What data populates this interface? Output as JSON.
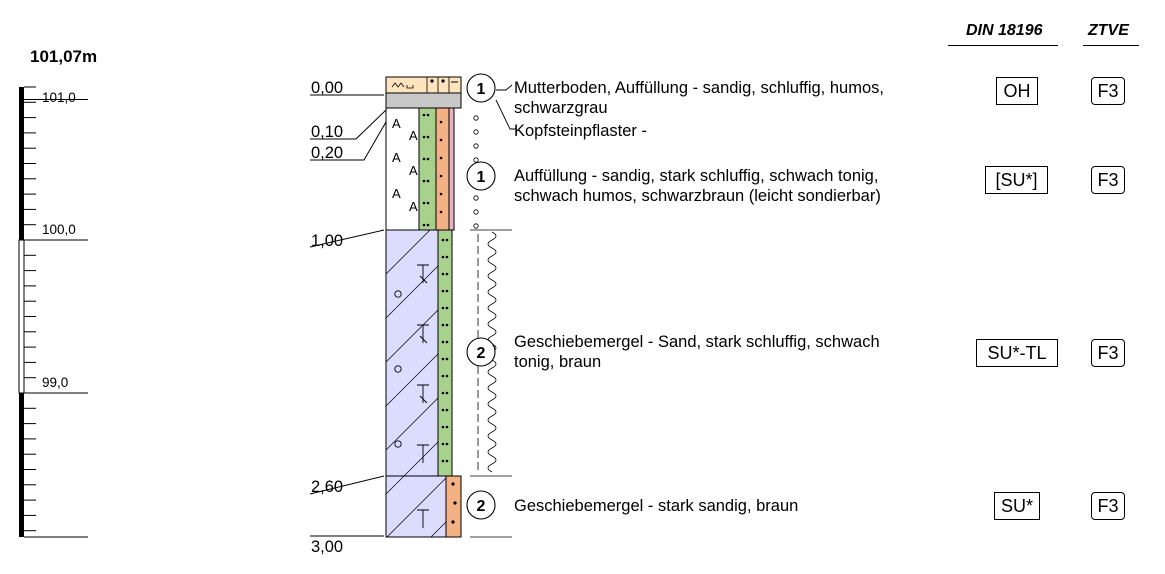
{
  "header": {
    "din_label": "DIN 18196",
    "ztve_label": "ZTVE"
  },
  "elevation_top": "101,07m",
  "scale_ticks": [
    "101,0",
    "100,0",
    "99,0"
  ],
  "depth_labels": [
    "0,00",
    "0,10",
    "0,20",
    "1,00",
    "2,60",
    "3,00"
  ],
  "layers": [
    {
      "number": "1",
      "lines": [
        "Mutterboden, Auffüllung - sandig, schluffig, humos,",
        "schwarzgrau"
      ],
      "din": "OH",
      "ztve": "F3"
    },
    {
      "number": "",
      "lines": [
        "Kopfsteinpflaster -"
      ],
      "din": "",
      "ztve": ""
    },
    {
      "number": "1",
      "lines": [
        "Auffüllung - sandig, stark schluffig, schwach tonig,",
        "schwach humos, schwarzbraun (leicht sondierbar)"
      ],
      "din": "[SU*]",
      "ztve": "F3"
    },
    {
      "number": "2",
      "lines": [
        "Geschiebemergel - Sand, stark schluffig, schwach",
        "tonig, braun"
      ],
      "din": "SU*-TL",
      "ztve": "F3"
    },
    {
      "number": "2",
      "lines": [
        "Geschiebemergel - stark sandig, braun"
      ],
      "din": "SU*",
      "ztve": "F3"
    }
  ],
  "colors": {
    "fill_blue": "#dcdcff",
    "fill_green": "#a9d18e",
    "fill_orange": "#f4b183",
    "fill_pink": "#e6b2c8",
    "fill_gray": "#c8c8c8",
    "fill_cream": "#fde3be"
  }
}
